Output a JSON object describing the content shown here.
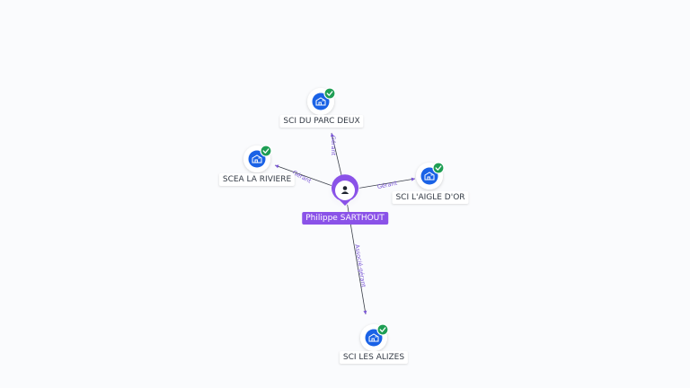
{
  "person": {
    "name": "Philippe SARTHOUT",
    "icon": "person-icon"
  },
  "companies": [
    {
      "id": "parc-deux",
      "name": "SCI DU PARC DEUX",
      "role": "Gérant",
      "verified": true
    },
    {
      "id": "riviere",
      "name": "SCEA LA RIVIERE",
      "role": "Gérant",
      "verified": true
    },
    {
      "id": "aigle-dor",
      "name": "SCI L'AIGLE D'OR",
      "role": "Gérant",
      "verified": true
    },
    {
      "id": "alizes",
      "name": "SCI LES ALIZES",
      "role": "Associé-gérant",
      "verified": true
    }
  ],
  "colors": {
    "person_node": "#8a52e8",
    "company_node": "#1a62e6",
    "verified_badge": "#1e9e54",
    "edge": "#3a3f4a",
    "edge_label": "#7a56d6"
  },
  "icons": {
    "company": "building-icon",
    "verified": "check-badge-icon"
  }
}
